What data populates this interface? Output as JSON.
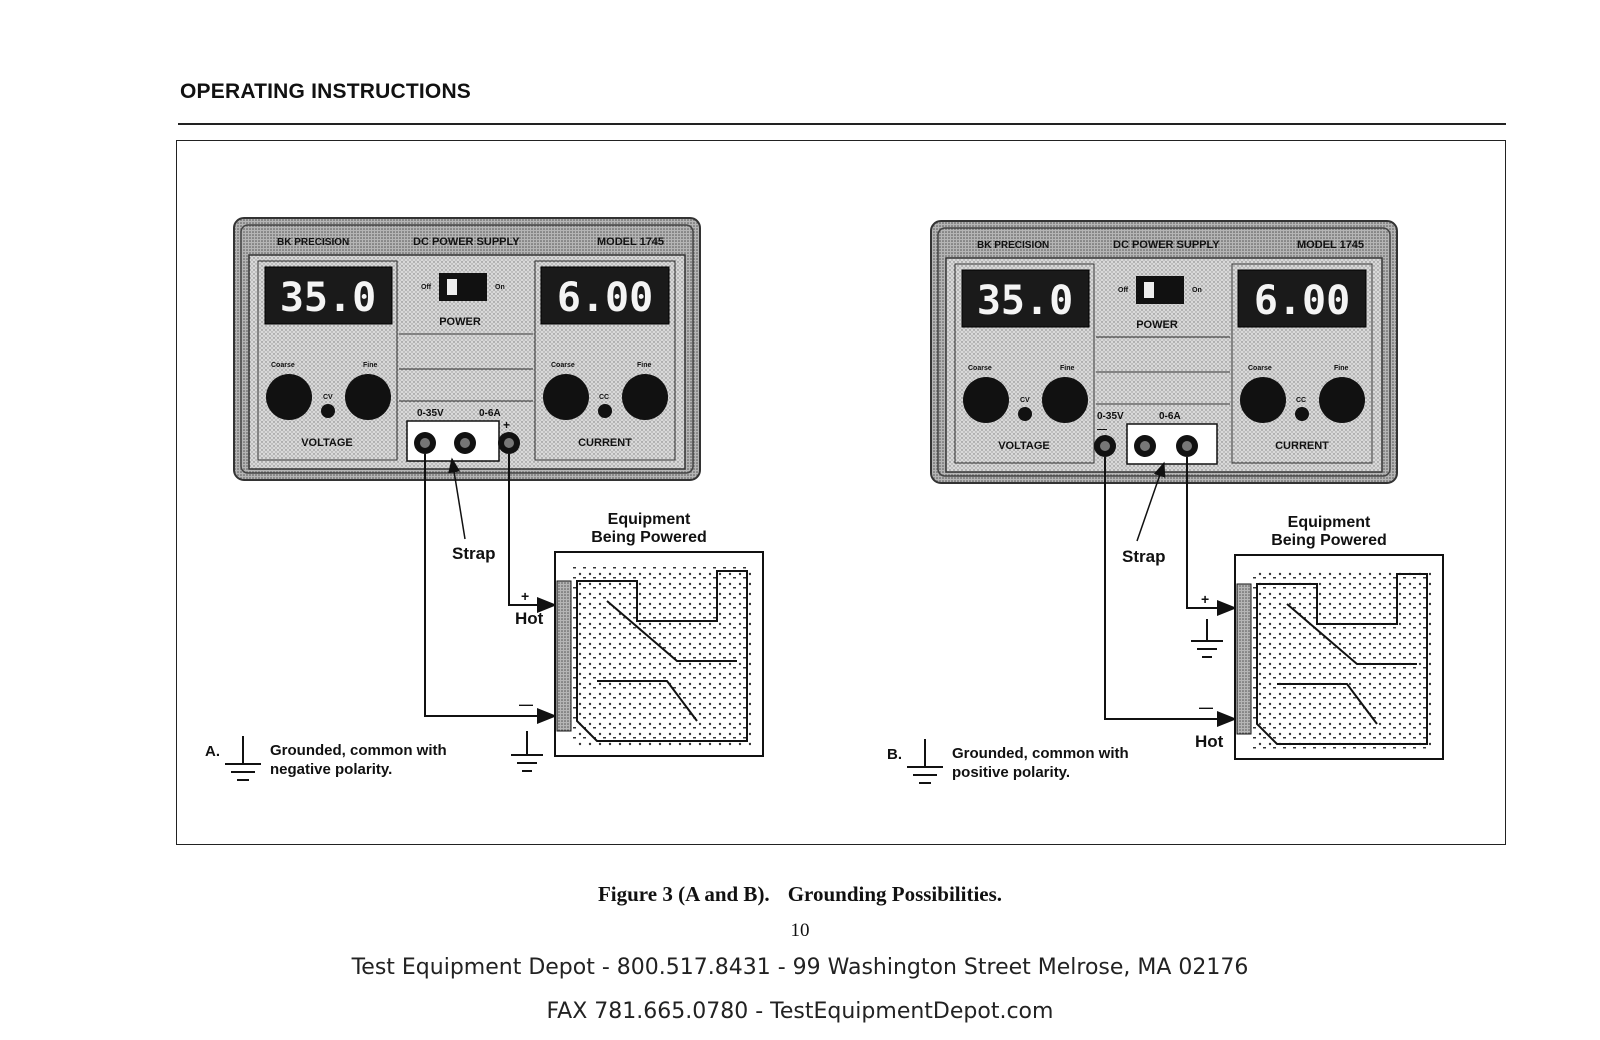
{
  "header": {
    "title": "OPERATING INSTRUCTIONS"
  },
  "supply": {
    "brand": "BK PRECISION",
    "product": "DC POWER SUPPLY",
    "model": "MODEL 1745",
    "voltage_display": "35.0",
    "current_display": "6.00",
    "switch_off": "Off",
    "switch_on": "On",
    "power_label": "POWER",
    "coarse": "Coarse",
    "fine": "Fine",
    "cv": "CV",
    "cc": "CC",
    "voltage_label": "VOLTAGE",
    "current_label": "CURRENT",
    "range_v": "0-35V",
    "range_a": "0-6A",
    "plus": "+",
    "minus": "—"
  },
  "figure_a": {
    "equipment_line1": "Equipment",
    "equipment_line2": "Being Powered",
    "strap": "Strap",
    "hot": "Hot",
    "plus": "+",
    "minus": "—",
    "letter": "A.",
    "note_line1": "Grounded, common with",
    "note_line2": "negative polarity."
  },
  "figure_b": {
    "equipment_line1": "Equipment",
    "equipment_line2": "Being Powered",
    "strap": "Strap",
    "hot": "Hot",
    "plus": "+",
    "minus": "—",
    "letter": "B.",
    "note_line1": "Grounded, common with",
    "note_line2": "positive polarity."
  },
  "caption": {
    "number": "Figure 3 (A and B).",
    "title": "Grounding Possibilities."
  },
  "page_number": "10",
  "footer": {
    "line1": "Test Equipment Depot - 800.517.8431 - 99 Washington Street Melrose, MA 02176",
    "line2": "FAX 781.665.0780 - TestEquipmentDepot.com"
  }
}
